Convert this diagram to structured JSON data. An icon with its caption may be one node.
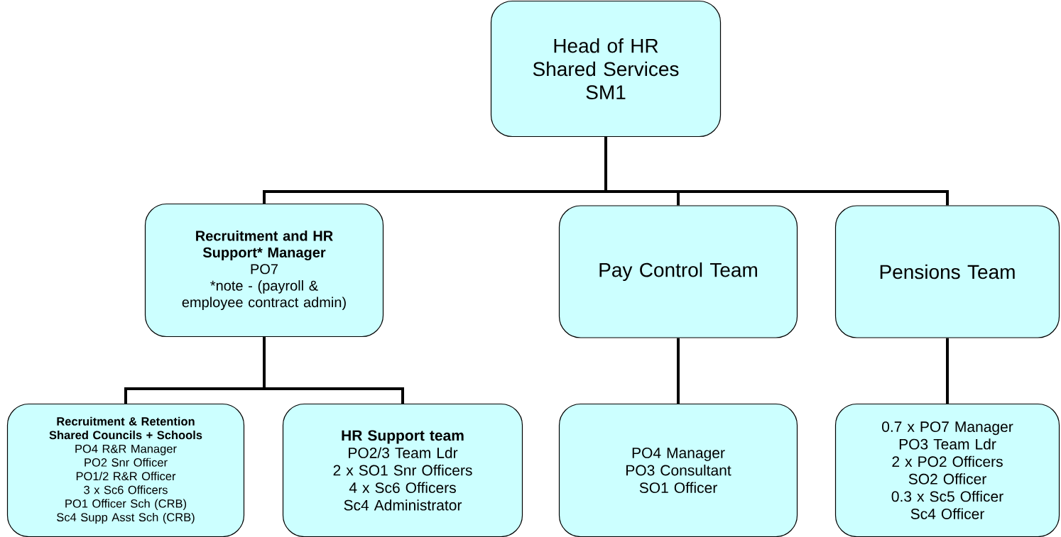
{
  "diagram": {
    "nodes": [
      {
        "text": [
          "Head of HR Shared Services",
          "SM1"
        ]
      },
      {
        "text": [
          "Recruitment and HR Support* Manager",
          "PO7",
          "*note - (payroll & employee contract admin)"
        ]
      },
      {
        "text": [
          "Pay Control Team"
        ]
      },
      {
        "text": [
          "Pensions Team"
        ]
      },
      {
        "text": [
          "Recruitment & Retention Shared Councils + Schools",
          "PO4 R&R Manager",
          "PO2 Snr Officer",
          "PO1/2 R&R Officer",
          "3 x Sc6 Officers",
          "PO1 Officer Sch (CRB)",
          "Sc4 Supp Asst Sch (CRB)"
        ]
      },
      {
        "text": [
          "HR Support team",
          "PO2/3 Team Ldr",
          "2 x SO1 Snr Officers",
          "4 x Sc6 Officers",
          "Sc4 Administrator"
        ]
      },
      {
        "text": [
          "PO4 Manager",
          "PO3 Consultant",
          "SO1 Officer"
        ]
      },
      {
        "text": [
          "0.7 x PO7 Manager",
          "PO3 Team Ldr",
          "2 x PO2 Officers",
          "SO2 Officer",
          "0.3 x Sc5 Officer",
          "Sc4 Officer"
        ]
      }
    ],
    "edges": [
      {
        "from": 0,
        "to": 1,
        "arrow": "none"
      },
      {
        "from": 0,
        "to": 2,
        "arrow": "none"
      },
      {
        "from": 0,
        "to": 3,
        "arrow": "none"
      },
      {
        "from": 1,
        "to": 4,
        "arrow": "none"
      },
      {
        "from": 1,
        "to": 5,
        "arrow": "none"
      },
      {
        "from": 2,
        "to": 6,
        "arrow": "none"
      },
      {
        "from": 3,
        "to": 7,
        "arrow": "none"
      }
    ]
  }
}
